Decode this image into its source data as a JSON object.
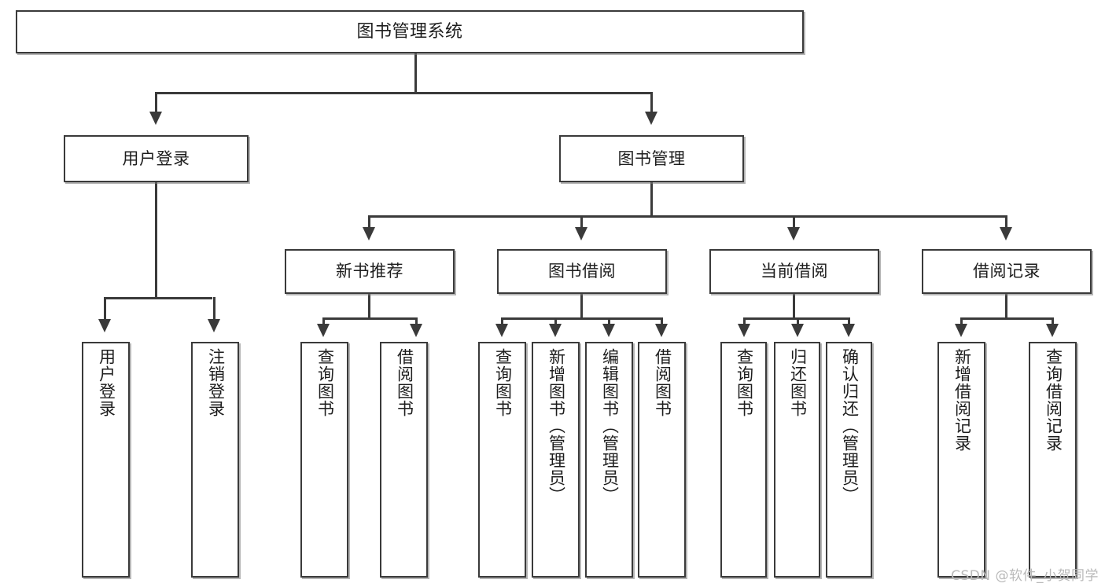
{
  "diagram": {
    "title": "图书管理系统",
    "type": "tree",
    "watermark": "CSDN @软件_小贺同学",
    "nodes": {
      "root": {
        "label": "图书管理系统"
      },
      "level2": [
        {
          "label": "用户登录"
        },
        {
          "label": "图书管理"
        }
      ],
      "level3": [
        {
          "label": "新书推荐"
        },
        {
          "label": "图书借阅"
        },
        {
          "label": "当前借阅"
        },
        {
          "label": "借阅记录"
        }
      ],
      "leaves": {
        "user_login": [
          {
            "label": "用户登录"
          },
          {
            "label": "注销登录"
          }
        ],
        "new_book_recommend": [
          {
            "label": "查询图书"
          },
          {
            "label": "借阅图书"
          }
        ],
        "book_borrow": [
          {
            "label": "查询图书"
          },
          {
            "label": "新增图书（管理员）"
          },
          {
            "label": "编辑图书（管理员）"
          },
          {
            "label": "借阅图书"
          }
        ],
        "current_borrow": [
          {
            "label": "查询图书"
          },
          {
            "label": "归还图书"
          },
          {
            "label": "确认归还（管理员）"
          }
        ],
        "borrow_record": [
          {
            "label": "新增借阅记录"
          },
          {
            "label": "查询借阅记录"
          }
        ]
      }
    },
    "colors": {
      "stroke": "#3a3a3a",
      "fill": "#ffffff",
      "text": "#1d1d1d",
      "watermark": "#b9b9b9"
    }
  }
}
